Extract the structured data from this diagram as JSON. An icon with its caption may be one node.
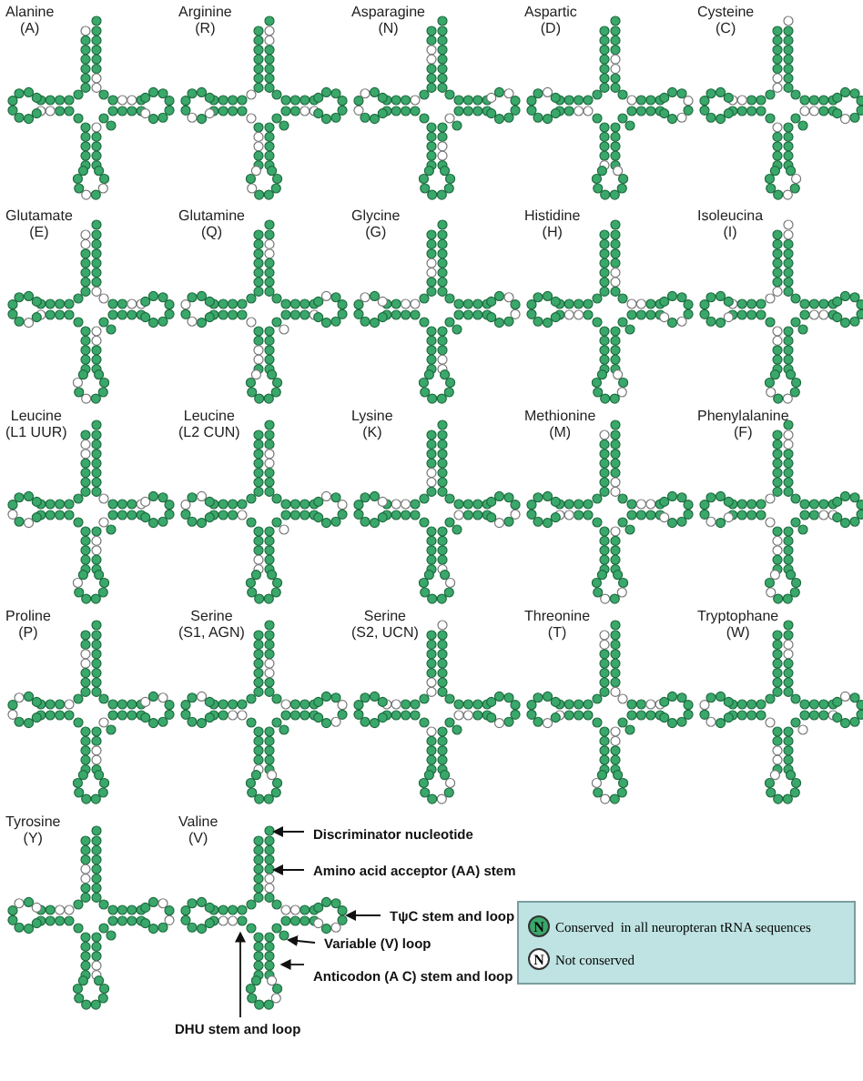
{
  "diagram": {
    "nodes": [
      {
        "text": [
          "Discriminator nucleotide"
        ]
      },
      {
        "text": [
          "Amino acid acceptor  (AA) stem"
        ]
      },
      {
        "text": [
          "TψC stem and loop"
        ]
      },
      {
        "text": [
          "Variable (V) loop"
        ]
      },
      {
        "text": [
          "Anticodon (A C) stem and loop"
        ]
      },
      {
        "text": [
          "DHU stem and loop"
        ]
      },
      {
        "text": [],
        "shape": "circle"
      },
      {
        "text": [],
        "shape": "circle"
      },
      {
        "text": [],
        "shape": "circle"
      },
      {
        "text": [],
        "shape": "circle"
      },
      {
        "text": [],
        "shape": "circle"
      },
      {
        "text": [],
        "shape": "circle"
      }
    ],
    "edges": [
      {
        "from": 0,
        "to": 6,
        "arrow": "to"
      },
      {
        "from": 1,
        "to": 7,
        "arrow": "to"
      },
      {
        "from": 2,
        "to": 9,
        "arrow": "to"
      },
      {
        "from": 3,
        "to": 10,
        "arrow": "to"
      },
      {
        "from": 4,
        "to": 11,
        "arrow": "to"
      },
      {
        "from": 5,
        "to": 8,
        "arrow": "to"
      }
    ],
    "labels": [
      "Alanine (A)",
      "Arginine (R)",
      "Asparagine (N)",
      "Aspartic (D)",
      "Cysteine (C)",
      "Glutamate (E)",
      "Glutamine (Q)",
      "Glycine (G)",
      "Histidine (H)",
      "Isoleucina (I)",
      "Leucine (L1 UUR)",
      "Leucine (L2 CUN)",
      "Lysine (K)",
      "Methionine (M)",
      "Phenylalanine (F)",
      "Proline (P)",
      "Serine (S1, AGN)",
      "Serine (S2, UCN)",
      "Threonine (T)",
      "Tryptophane (W)",
      "Tyrosine (Y)",
      "Valine (V)",
      "N",
      "N"
    ],
    "legend": [
      {
        "text": "Conserved  in all neuropteran tRNA sequences",
        "color": "#3aa86b"
      },
      {
        "text": "Not conserved",
        "color": "#ffffff"
      }
    ]
  }
}
